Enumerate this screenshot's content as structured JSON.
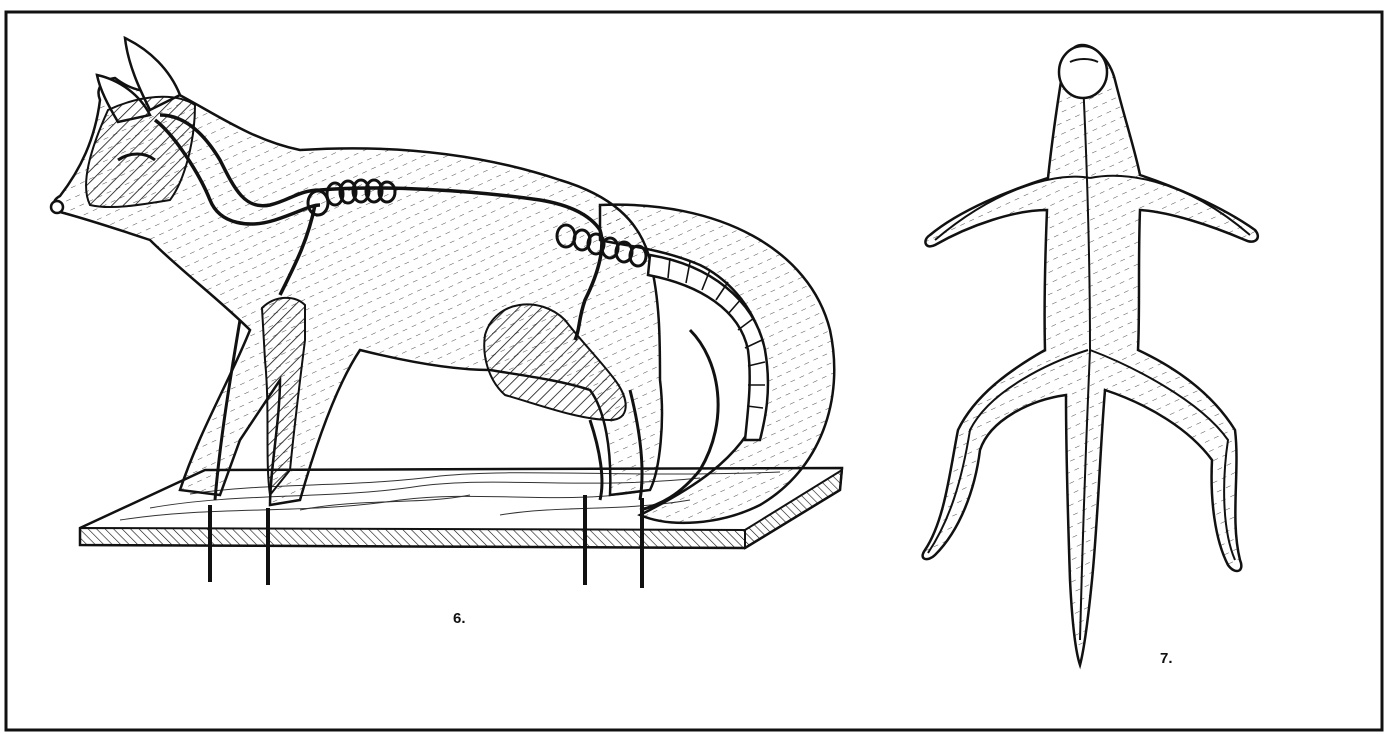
{
  "figures": [
    {
      "label": "6.",
      "subject": "fox-mount-wire-armature"
    },
    {
      "label": "7.",
      "subject": "flat-skin-wire-layout"
    }
  ],
  "colors": {
    "ink": "#111111",
    "paper": "#ffffff"
  }
}
